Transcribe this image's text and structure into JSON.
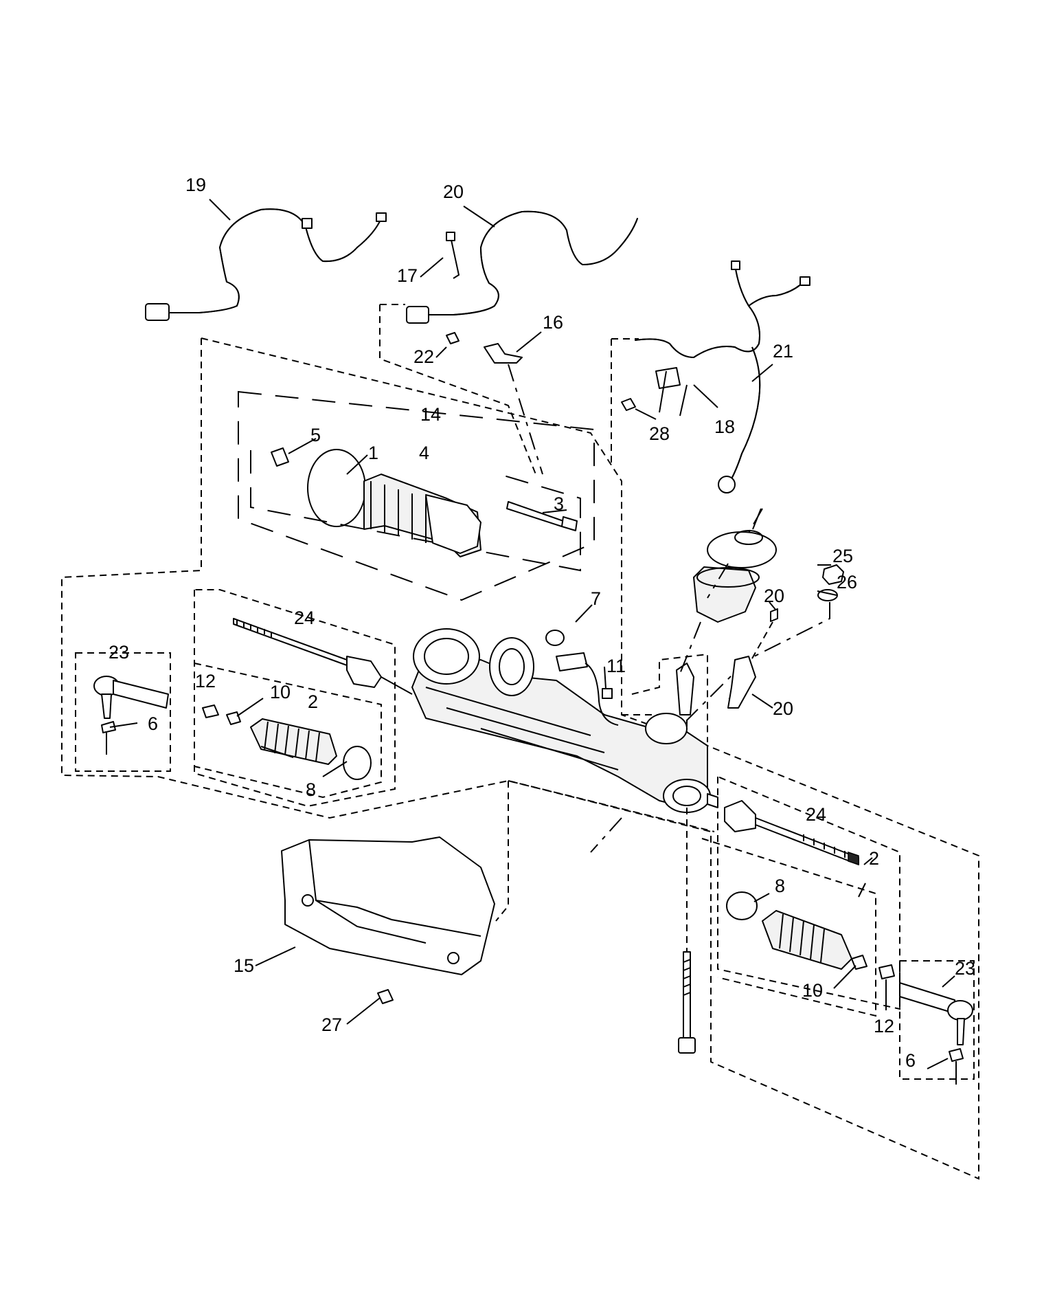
{
  "callouts": [
    {
      "id": "c19a",
      "text": "19"
    },
    {
      "id": "c20a",
      "text": "20"
    },
    {
      "id": "c17",
      "text": "17"
    },
    {
      "id": "c16",
      "text": "16"
    },
    {
      "id": "c22",
      "text": "22"
    },
    {
      "id": "c21",
      "text": "21"
    },
    {
      "id": "c18",
      "text": "18"
    },
    {
      "id": "c28",
      "text": "28"
    },
    {
      "id": "c14",
      "text": "14"
    },
    {
      "id": "c5",
      "text": "5"
    },
    {
      "id": "c1",
      "text": "1"
    },
    {
      "id": "c4",
      "text": "4"
    },
    {
      "id": "c3",
      "text": "3"
    },
    {
      "id": "c25",
      "text": "25"
    },
    {
      "id": "c26",
      "text": "26"
    },
    {
      "id": "c20b",
      "text": "20"
    },
    {
      "id": "c7",
      "text": "7"
    },
    {
      "id": "c24a",
      "text": "24"
    },
    {
      "id": "c23a",
      "text": "23"
    },
    {
      "id": "c12a",
      "text": "12"
    },
    {
      "id": "c10a",
      "text": "10"
    },
    {
      "id": "c2a",
      "text": "2"
    },
    {
      "id": "c6a",
      "text": "6"
    },
    {
      "id": "c8a",
      "text": "8"
    },
    {
      "id": "c11",
      "text": "11"
    },
    {
      "id": "c20c",
      "text": "20"
    },
    {
      "id": "c24b",
      "text": "24"
    },
    {
      "id": "c2b",
      "text": "2"
    },
    {
      "id": "c8b",
      "text": "8"
    },
    {
      "id": "c15",
      "text": "15"
    },
    {
      "id": "c27",
      "text": "27"
    },
    {
      "id": "c10b",
      "text": "10"
    },
    {
      "id": "c12b",
      "text": "12"
    },
    {
      "id": "c23b",
      "text": "23"
    },
    {
      "id": "c6b",
      "text": "6"
    }
  ]
}
